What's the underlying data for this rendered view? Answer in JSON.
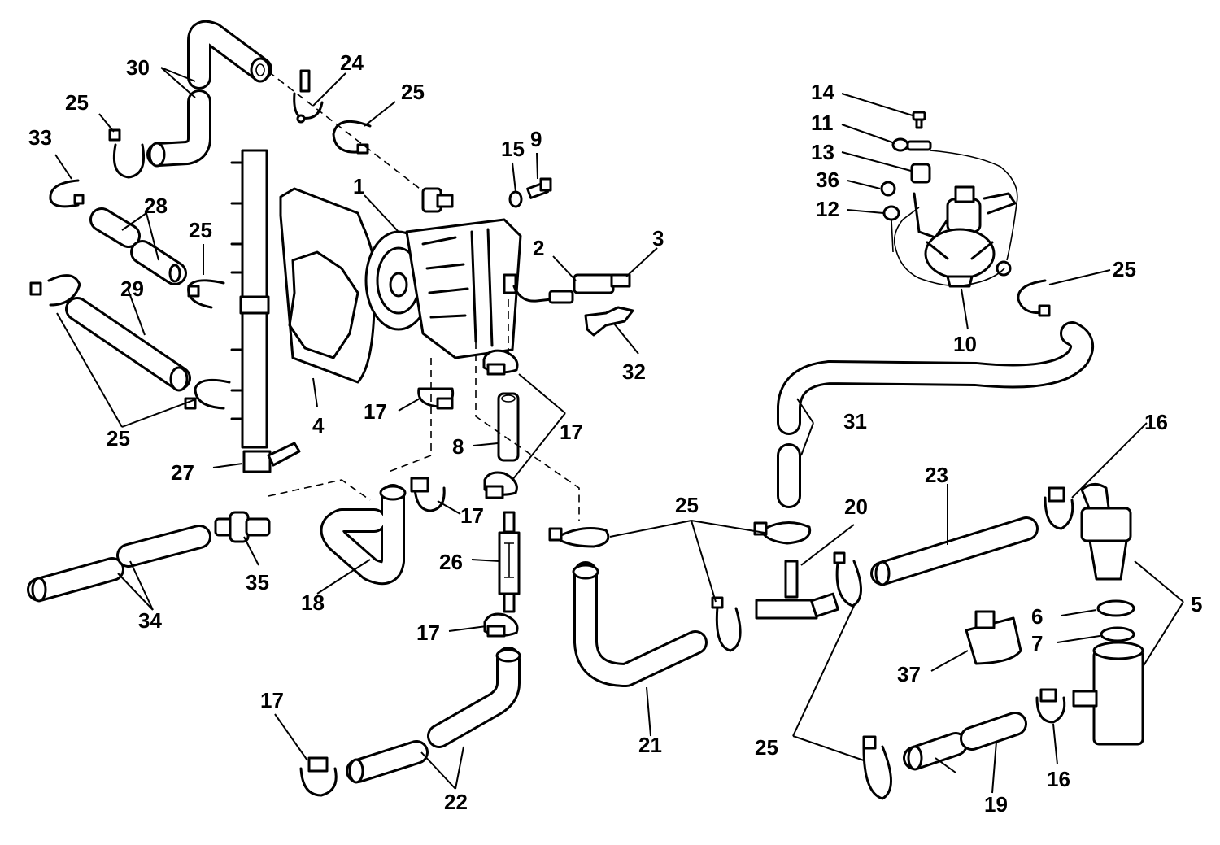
{
  "diagram": {
    "callouts": {
      "c1": "1",
      "c2": "2",
      "c3": "3",
      "c4": "4",
      "c5": "5",
      "c6": "6",
      "c7": "7",
      "c8": "8",
      "c9": "9",
      "c10": "10",
      "c11": "11",
      "c12": "12",
      "c13": "13",
      "c14": "14",
      "c15": "15",
      "c16a": "16",
      "c16b": "16",
      "c17a": "17",
      "c17b": "17",
      "c17c": "17",
      "c17d": "17",
      "c17e": "17",
      "c18": "18",
      "c19": "19",
      "c20": "20",
      "c21": "21",
      "c22": "22",
      "c23": "23",
      "c24": "24",
      "c25a": "25",
      "c25b": "25",
      "c25c": "25",
      "c25d": "25",
      "c25e": "25",
      "c25f": "25",
      "c25g": "25",
      "c26": "26",
      "c27": "27",
      "c28": "28",
      "c29": "29",
      "c30": "30",
      "c31": "31",
      "c32": "32",
      "c33": "33",
      "c34": "34",
      "c35": "35",
      "c36": "36",
      "c37": "37"
    }
  }
}
